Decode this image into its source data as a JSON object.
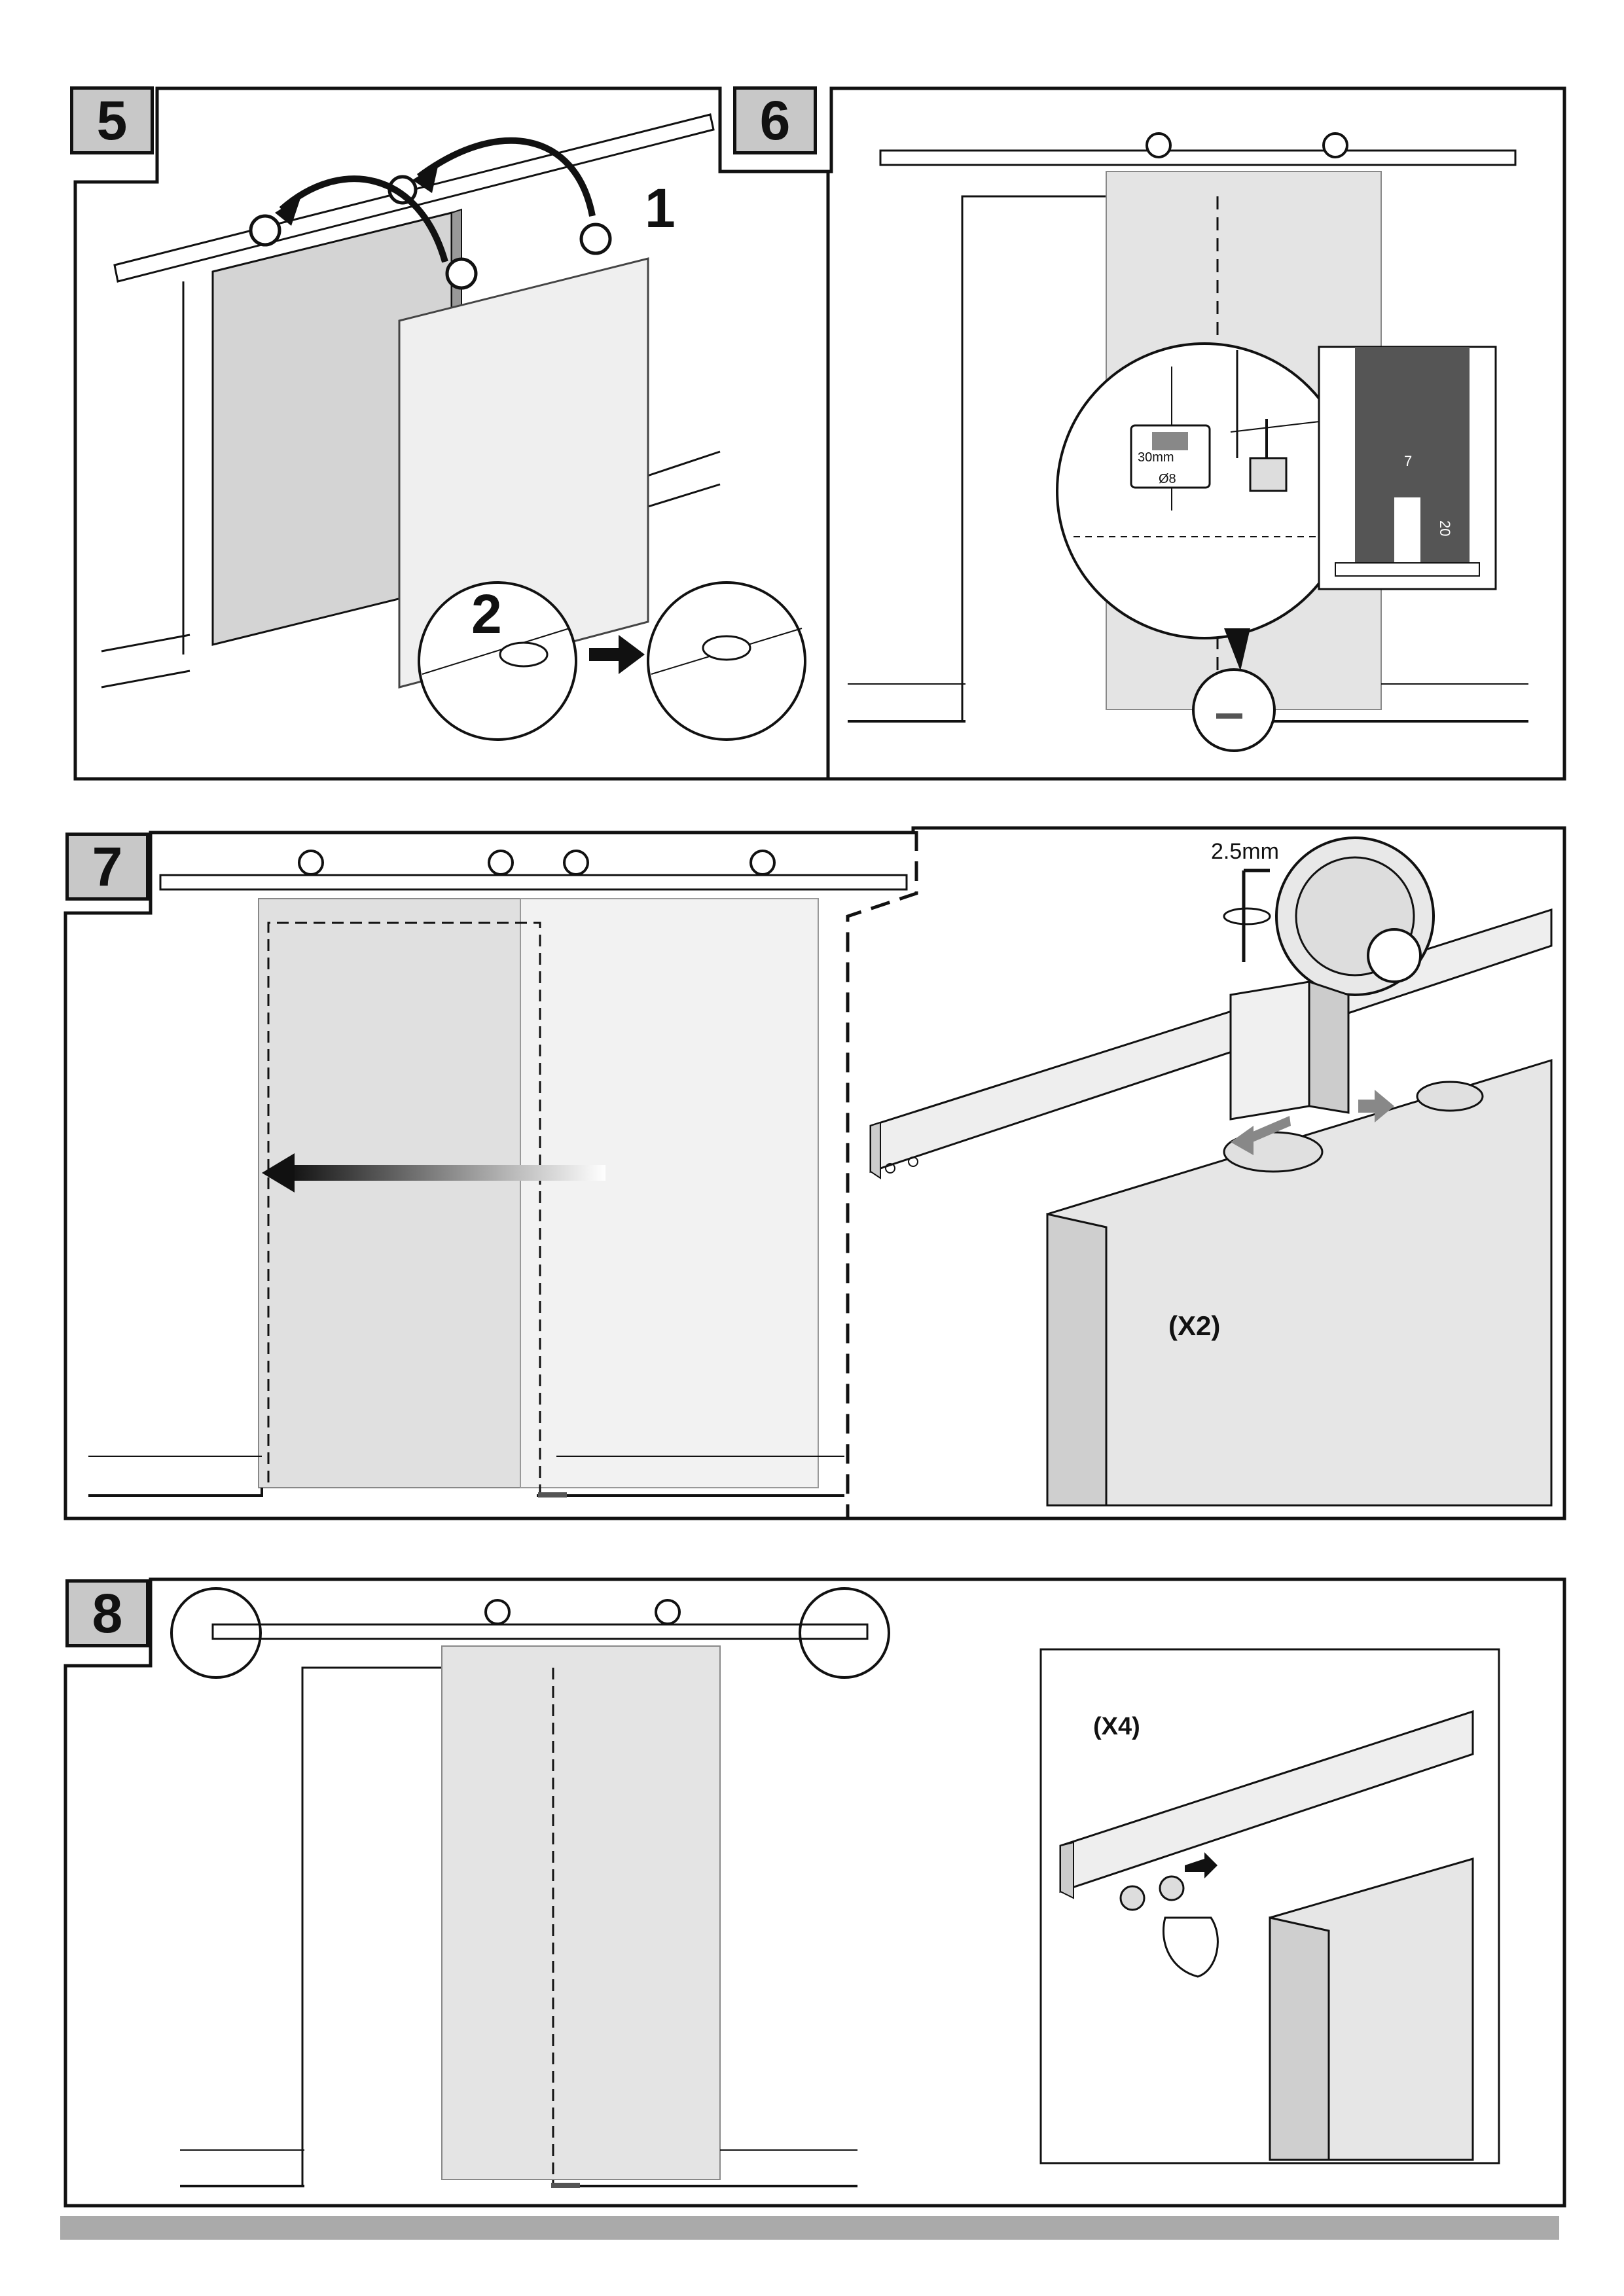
{
  "steps": {
    "s5": {
      "number": "5",
      "callouts": [
        "1",
        "2"
      ]
    },
    "s6": {
      "number": "6",
      "drill_depth": "30mm",
      "drill_diameter": "Ø8",
      "slot_width": "7",
      "slot_depth": "20"
    },
    "s7": {
      "number": "7",
      "wrench_size": "2.5mm",
      "quantity": "(X2)"
    },
    "s8": {
      "number": "8",
      "quantity": "(X4)"
    }
  },
  "colors": {
    "door": "#d4d4d4",
    "door_light": "#efefef",
    "frame": "#111111",
    "footer": "#aaaaaa"
  }
}
